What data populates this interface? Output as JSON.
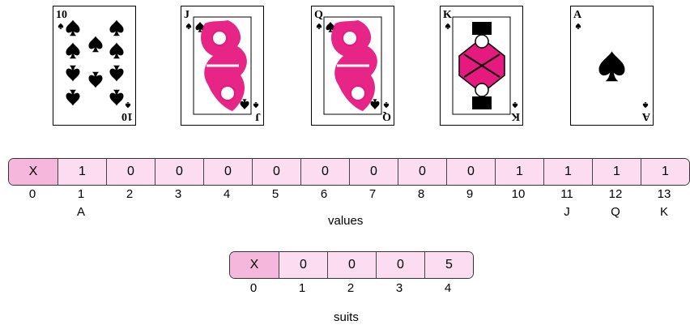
{
  "cards": [
    {
      "rank": "10",
      "suit_icon": "spade-icon",
      "face": "pips",
      "pips": 10
    },
    {
      "rank": "J",
      "suit_icon": "spade-icon",
      "face": "jack"
    },
    {
      "rank": "Q",
      "suit_icon": "spade-icon",
      "face": "queen"
    },
    {
      "rank": "K",
      "suit_icon": "spade-icon",
      "face": "king"
    },
    {
      "rank": "A",
      "suit_icon": "spade-icon",
      "face": "ace"
    }
  ],
  "values_array": {
    "caption": "values",
    "cells": [
      "X",
      "1",
      "0",
      "0",
      "0",
      "0",
      "0",
      "0",
      "0",
      "0",
      "1",
      "1",
      "1",
      "1"
    ],
    "indices": [
      "0",
      "1",
      "2",
      "3",
      "4",
      "5",
      "6",
      "7",
      "8",
      "9",
      "10",
      "11",
      "12",
      "13"
    ],
    "rank_labels": [
      "",
      "A",
      "",
      "",
      "",
      "",
      "",
      "",
      "",
      "",
      "",
      "J",
      "Q",
      "K"
    ]
  },
  "suits_array": {
    "caption": "suits",
    "cells": [
      "X",
      "0",
      "0",
      "0",
      "5"
    ],
    "indices": [
      "0",
      "1",
      "2",
      "3",
      "4"
    ]
  },
  "colors": {
    "cell_fill": "#fbdcf0",
    "first_cell_fill": "#f5b8dc",
    "court_magenta": "#e6197f"
  }
}
